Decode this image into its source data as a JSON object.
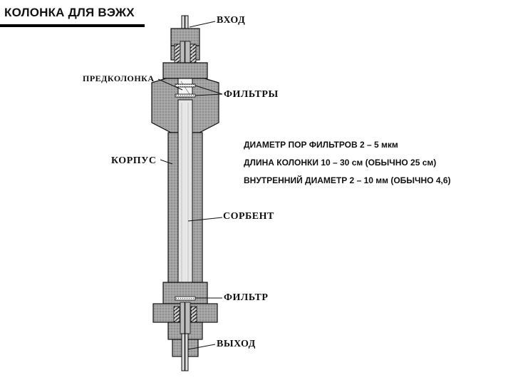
{
  "title": "КОЛОНКА ДЛЯ ВЭЖХ",
  "labels": {
    "inlet": "ВХОД",
    "precolumn": "ПРЕДКОЛОНКА",
    "filters": "ФИЛЬТРЫ",
    "body": "КОРПУС",
    "sorbent": "СОРБЕНТ",
    "filter": "ФИЛЬТР",
    "outlet": "ВЫХОД"
  },
  "specs": [
    "ДИАМЕТР ПОР ФИЛЬТРОВ  2 – 5 мкм",
    "ДЛИНА КОЛОНКИ  10 – 30 см (ОБЫЧНО 25 см)",
    "ВНУТРЕННИЙ ДИАМЕТР 2 – 10 мм (ОБЫЧНО 4,6)"
  ],
  "colors": {
    "metal": "#9a9a9a",
    "sorbent": "#e4e4e4",
    "line": "#111111"
  }
}
